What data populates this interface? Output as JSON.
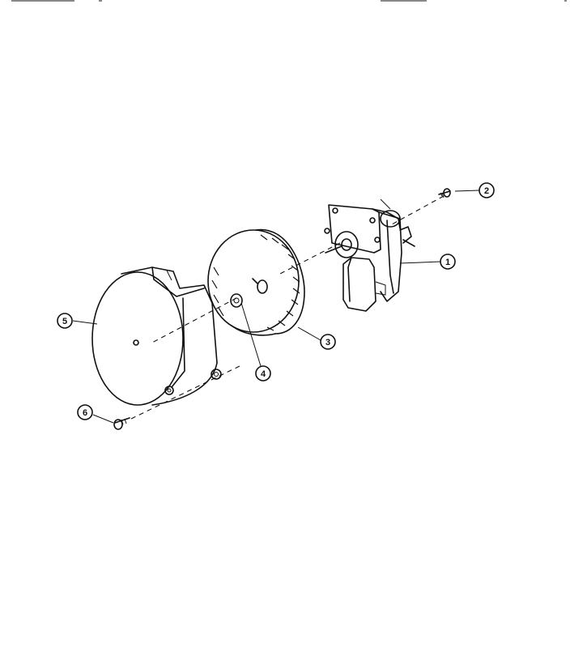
{
  "callouts": [
    {
      "id": "1",
      "part": "motor"
    },
    {
      "id": "2",
      "part": "screw"
    },
    {
      "id": "3",
      "part": "blower-wheel"
    },
    {
      "id": "4",
      "part": "hub"
    },
    {
      "id": "5",
      "part": "blower-housing"
    },
    {
      "id": "6",
      "part": "screw"
    }
  ],
  "colors": {
    "ink": "#111111",
    "paper": "#ffffff"
  }
}
